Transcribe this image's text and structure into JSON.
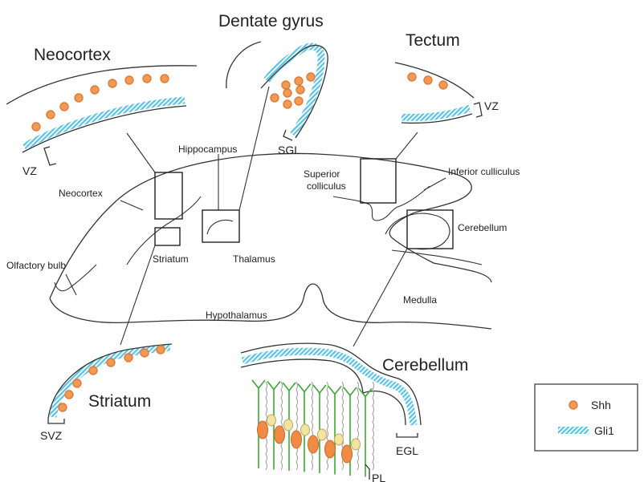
{
  "colors": {
    "shh": "#f09a55",
    "gli1": "#59c3e6",
    "neuron_green": "#3aa832",
    "purkinje": "#f08a45",
    "granule": "#f3e4a0",
    "line": "#333333"
  },
  "legend": {
    "shh_label": "Shh",
    "gli1_label": "Gli1"
  },
  "insets": {
    "neocortex": {
      "title": "Neocortex",
      "zone": "VZ"
    },
    "dentate": {
      "title": "Dentate gyrus",
      "zone": "SGL"
    },
    "tectum": {
      "title": "Tectum",
      "zone": "VZ"
    },
    "striatum": {
      "title": "Striatum",
      "zone": "SVZ"
    },
    "cerebellum": {
      "title": "Cerebellum",
      "zone_egl": "EGL",
      "zone_pl": "PL"
    }
  },
  "brain_labels": {
    "hippocampus": "Hippocampus",
    "neocortex": "Neocortex",
    "superior": "Superior",
    "colliculus": "colliculus",
    "inferior_colliculus": "Inferior culliculus",
    "cerebellum": "Cerebellum",
    "olfactory_bulb": "Olfactory bulb",
    "striatum": "Striatum",
    "thalamus": "Thalamus",
    "hypothalamus": "Hypothalamus",
    "medulla": "Medulla"
  }
}
